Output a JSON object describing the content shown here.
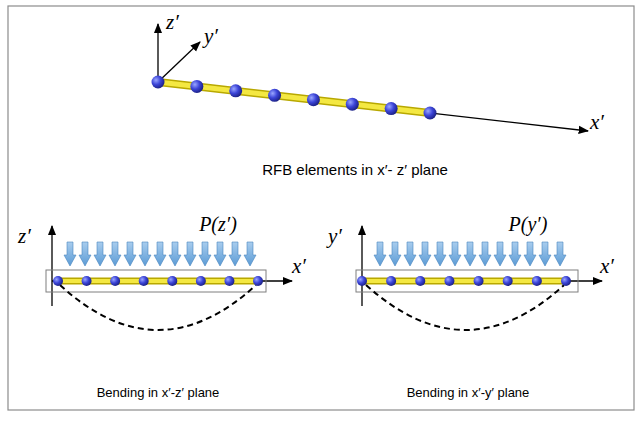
{
  "diagram": {
    "labels": [
      "z′",
      "y′",
      "x′",
      "RFB elements in x′- z′ plane",
      "z′",
      "P(z′)",
      "x′",
      "Bending in x′-z′ plane",
      "y′",
      "P(y′)",
      "x′",
      "Bending in x′-y′ plane"
    ]
  }
}
